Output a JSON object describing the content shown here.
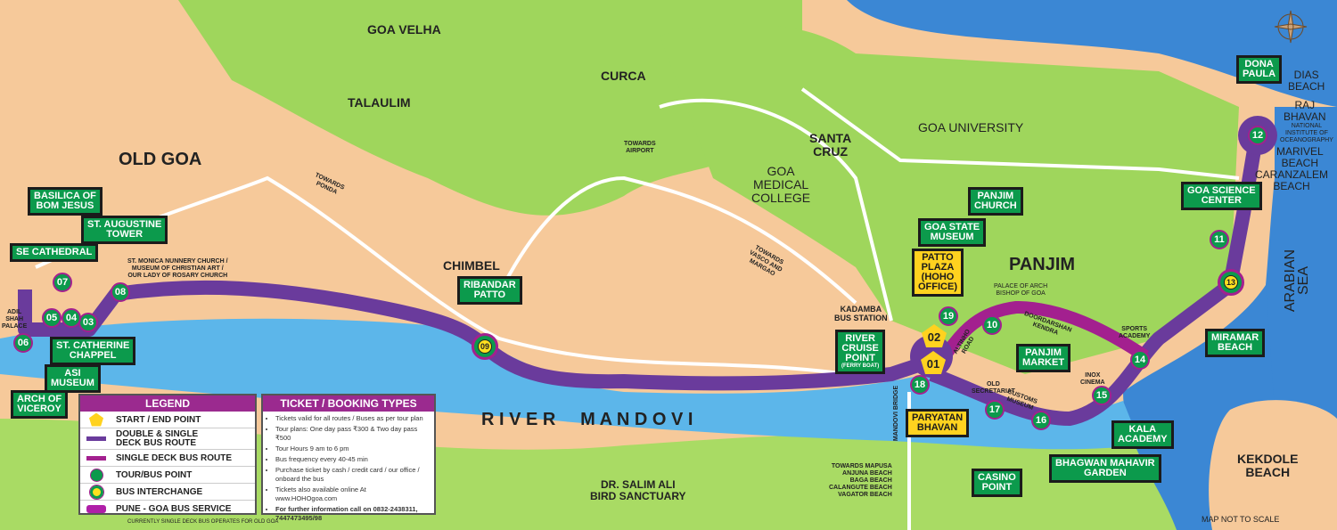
{
  "colors": {
    "land": "#f6c99a",
    "green": "#9fd65c",
    "river": "#5cb6ea",
    "sea": "#3b87d4",
    "route_double": "#6a3b9c",
    "route_single": "#a3208f",
    "stop_green": "#0c9a4c",
    "start_yellow": "#ffd21f"
  },
  "places": {
    "goa_velha": "GOA VELHA",
    "talaulim": "TALAULIM",
    "old_goa": "OLD GOA",
    "curca": "CURCA",
    "santa_cruz": "SANTA\nCRUZ",
    "goa_university": "GOA UNIVERSITY",
    "goa_medical_college": "GOA\nMEDICAL\nCOLLEGE",
    "chimbel": "CHIMBEL",
    "panjim": "PANJIM",
    "kadamba": "KADAMBA\nBUS STATION",
    "river_mandovi": "R I V E R     M A N D O V I",
    "bird_sanctuary": "DR. SALIM ALI\nBIRD SANCTUARY",
    "kekdole_beach": "KEKDOLE\nBEACH",
    "arabian_sea": "ARABIAN SEA",
    "dias_beach": "DIAS\nBEACH",
    "raj_bhavan": "RAJ\nBHAVAN",
    "nio": "NATIONAL\nINSTITUTE OF\nOCEANOGRAPHY",
    "marivel_beach": "MARIVEL\nBEACH",
    "caranzalem_beach": "CARANZALEM\nBEACH",
    "map_not_to_scale": "MAP NOT TO SCALE"
  },
  "notes": {
    "towards_airport": "TOWARDS\nAIRPORT",
    "towards_ponda": "TOWARDS\nPONDA",
    "towards_vasco": "TOWARDS\nVASCO AND\nMARGAO",
    "st_monica": "ST. MONICA NUNNERY CHURCH /\nMUSEUM OF CHRISTIAN ART /\nOUR LADY OF ROSARY CHURCH",
    "adil_shah": "ADIL\nSHAH\nPALACE",
    "archbishop": "PALACE OF ARCH\nBISHOP OF GOA",
    "doordarshan": "DOORDARSHAN\nKENDRA",
    "altinho": "ALTINHO\nROAD",
    "sports_academy": "SPORTS\nACADEMY",
    "old_secretariat": "OLD\nSECRETARIAT",
    "customs_museum": "CUSTOMS\nMUSEUM",
    "inox": "INOX\nCINEMA",
    "mandovi_bridge": "MANDOVI BRIDGE",
    "towards_mapusa": "TOWARDS MAPUSA\nANJUNA BEACH\nBAGA BEACH\nCALANGUTE BEACH\nVAGATOR BEACH"
  },
  "labels": {
    "basilica": "BASILICA OF\nBOM JESUS",
    "st_augustine": "ST. AUGUSTINE\nTOWER",
    "se_cathedral": "SE CATHEDRAL",
    "st_catherine": "ST. CATHERINE\nCHAPPEL",
    "asi_museum": "ASI\nMUSEUM",
    "arch_viceroy": "ARCH OF\nVICEROY",
    "ribandar": "RIBANDAR\nPATTO",
    "goa_state_museum": "GOA STATE\nMUSEUM",
    "patto_plaza": "PATTO\nPLAZA\n(HOHO\nOFFICE)",
    "panjim_church": "PANJIM\nCHURCH",
    "river_cruise": "RIVER\nCRUISE\nPOINT",
    "ferry_boat": "(FERRY BOAT)",
    "paryatan": "PARYATAN\nBHAVAN",
    "panjim_market": "PANJIM\nMARKET",
    "casino": "CASINO\nPOINT",
    "mahavir": "BHAGWAN MAHAVIR\nGARDEN",
    "kala": "KALA\nACADEMY",
    "miramar": "MIRAMAR\nBEACH",
    "science": "GOA SCIENCE\nCENTER",
    "dona_paula": "DONA\nPAULA"
  },
  "stops": {
    "s01": "01",
    "s02": "02",
    "s03": "03",
    "s04": "04",
    "s05": "05",
    "s06": "06",
    "s07": "07",
    "s08": "08",
    "s09": "09",
    "s10": "10",
    "s11": "11",
    "s12": "12",
    "s13": "13",
    "s14": "14",
    "s15": "15",
    "s16": "16",
    "s17": "17",
    "s18": "18",
    "s19": "19"
  },
  "legend": {
    "title": "LEGEND",
    "items": [
      "START / END POINT",
      "DOUBLE & SINGLE\nDECK BUS ROUTE",
      "SINGLE DECK BUS ROUTE",
      "TOUR/BUS POINT",
      "BUS INTERCHANGE",
      "PUNE - GOA BUS SERVICE"
    ],
    "footnote": "CURRENTLY SINGLE DECK BUS OPERATES FOR OLD GOA"
  },
  "tickets": {
    "title": "TICKET / BOOKING TYPES",
    "items": [
      "Tickets valid for all routes / Buses as per tour plan",
      "Tour plans: One day pass ₹300 & Two day pass ₹500",
      "Tour Hours 9 am to 6 pm",
      "Bus frequency every 40-45 min",
      "Purchase ticket by cash / credit card / our office / onboard the bus",
      "Tickets also available online At www.HOHOgoa.com",
      "For further information call on 0832-2438311, 7447473495/98"
    ]
  }
}
